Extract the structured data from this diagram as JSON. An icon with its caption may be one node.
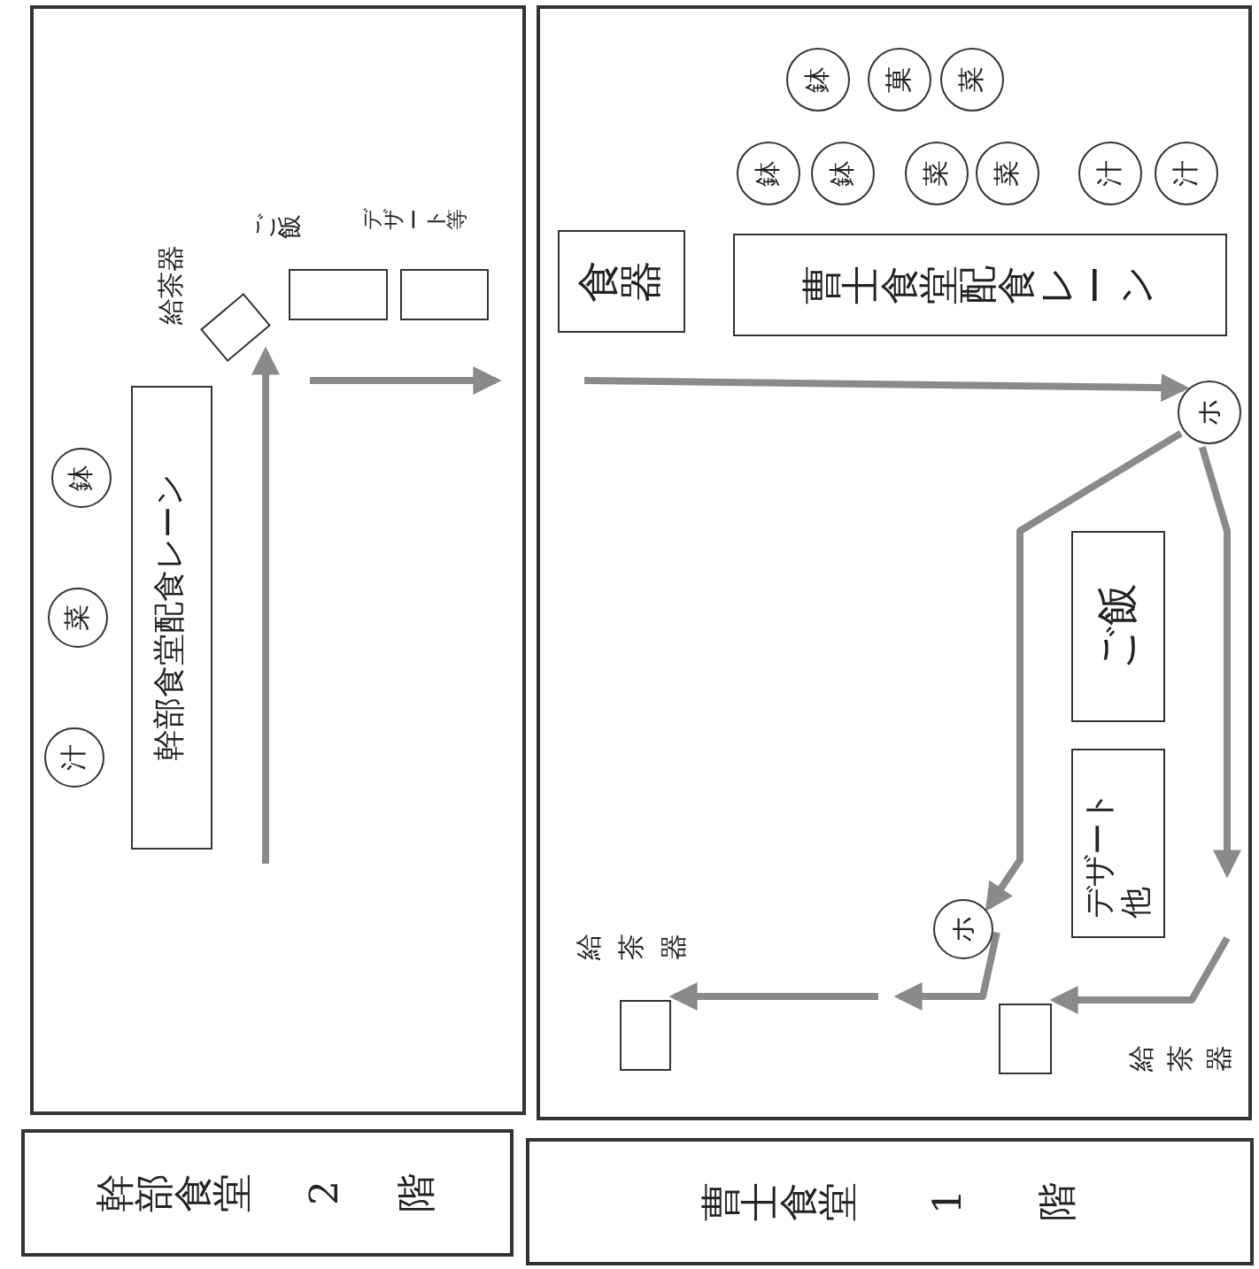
{
  "diagram": {
    "nodes": [
      {
        "text": [],
        "shape": "box"
      },
      {
        "text": [
          "汁"
        ],
        "in": 0
      },
      {
        "text": [
          "菜"
        ],
        "in": 0
      },
      {
        "text": [
          "鉢"
        ],
        "in": 0
      },
      {
        "text": [
          "幹部食堂配食レーン"
        ],
        "in": 0
      },
      {
        "text": [
          "給茶器"
        ],
        "in": 0
      },
      {
        "text": [
          "ご飯"
        ],
        "in": 0
      },
      {
        "text": [
          "デザート等"
        ],
        "in": 0
      },
      {
        "text": [],
        "shape": "box"
      },
      {
        "text": [
          "鉢"
        ],
        "in": 8
      },
      {
        "text": [
          "菓"
        ],
        "in": 8
      },
      {
        "text": [
          "菜"
        ],
        "in": 8
      },
      {
        "text": [
          "鉢"
        ],
        "in": 8
      },
      {
        "text": [
          "鉢"
        ],
        "in": 8
      },
      {
        "text": [
          "菜"
        ],
        "in": 8
      },
      {
        "text": [
          "菜"
        ],
        "in": 8
      },
      {
        "text": [
          "汁"
        ],
        "in": 8
      },
      {
        "text": [
          "汁"
        ],
        "in": 8
      },
      {
        "text": [
          "食器"
        ],
        "in": 8
      },
      {
        "text": [
          "曹士食堂配食レーン"
        ],
        "in": 8
      },
      {
        "text": [
          "ホ"
        ],
        "in": 8
      },
      {
        "text": [
          "ご飯"
        ],
        "in": 8
      },
      {
        "text": [
          "デザート他"
        ],
        "in": 8
      },
      {
        "text": [
          "ホ"
        ],
        "in": 8
      },
      {
        "text": [
          "給茶器"
        ],
        "in": 8
      },
      {
        "text": [
          "給茶器"
        ],
        "in": 8
      },
      {
        "text": [
          "幹部食堂 2 階"
        ]
      },
      {
        "text": [
          "曹士食堂 1 階"
        ]
      }
    ],
    "edges": [
      {
        "from": null,
        "to": 5,
        "arrow": "to"
      },
      {
        "from": null,
        "to": 20,
        "arrow": "to"
      },
      {
        "from": 20,
        "to": 23,
        "arrow": "to"
      },
      {
        "from": 20,
        "to": null,
        "arrow": "to"
      },
      {
        "from": null,
        "to": 25,
        "arrow": "to"
      },
      {
        "from": 23,
        "to": null,
        "arrow": "to"
      },
      {
        "from": null,
        "to": 24,
        "arrow": "to"
      }
    ]
  }
}
